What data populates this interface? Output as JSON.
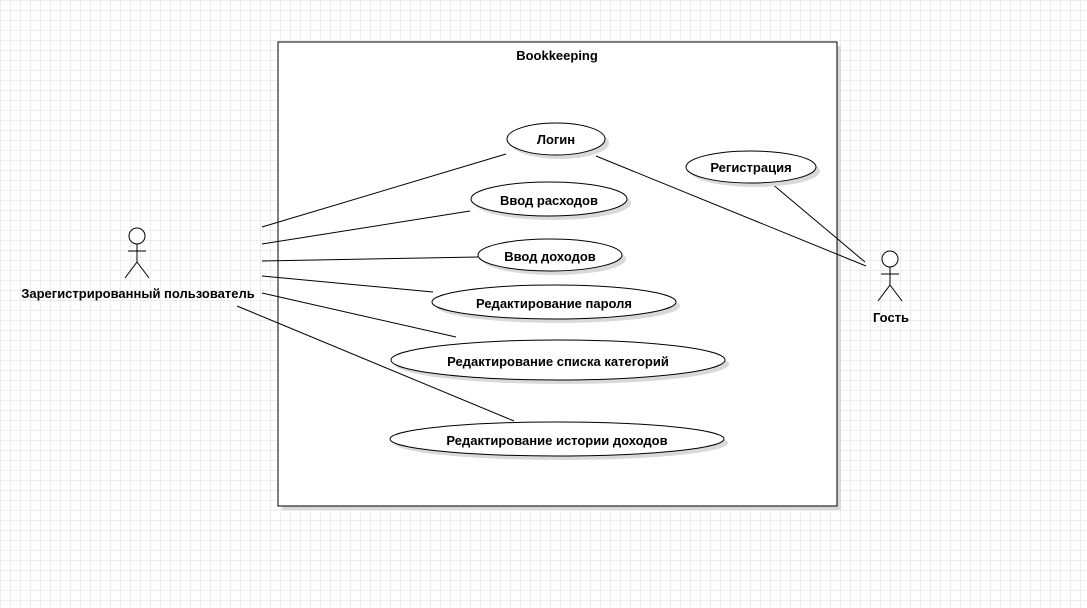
{
  "system": {
    "name": "Bookkeeping"
  },
  "actors": [
    {
      "id": "registered",
      "name": "Зарегистрированный пользователь"
    },
    {
      "id": "guest",
      "name": "Гость"
    }
  ],
  "use_cases": [
    {
      "id": "login",
      "label": "Логин"
    },
    {
      "id": "registration",
      "label": "Регистрация"
    },
    {
      "id": "expense_input",
      "label": "Ввод расходов"
    },
    {
      "id": "income_input",
      "label": "Ввод доходов"
    },
    {
      "id": "password_edit",
      "label": "Редактирование пароля"
    },
    {
      "id": "category_edit",
      "label": "Редактирование списка категорий"
    },
    {
      "id": "income_history_edit",
      "label": "Редактирование истории доходов"
    }
  ],
  "associations": [
    {
      "actor": "registered",
      "use_case": "login"
    },
    {
      "actor": "registered",
      "use_case": "expense_input"
    },
    {
      "actor": "registered",
      "use_case": "income_input"
    },
    {
      "actor": "registered",
      "use_case": "password_edit"
    },
    {
      "actor": "registered",
      "use_case": "category_edit"
    },
    {
      "actor": "registered",
      "use_case": "income_history_edit"
    },
    {
      "actor": "guest",
      "use_case": "login"
    },
    {
      "actor": "guest",
      "use_case": "registration"
    }
  ],
  "colors": {
    "stroke": "#000000",
    "fill": "#ffffff",
    "shadow": "#d9d9d9",
    "grid": "#ededed"
  }
}
